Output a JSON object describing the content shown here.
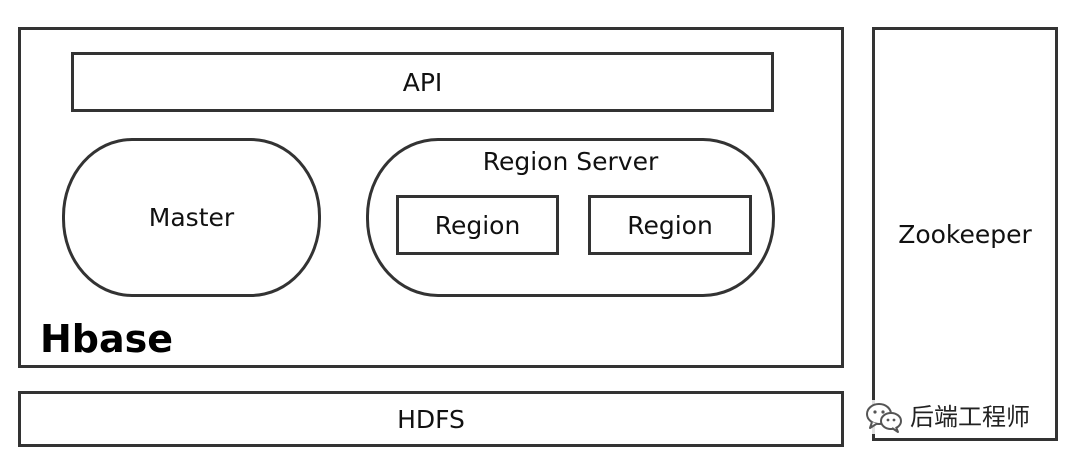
{
  "hbase": {
    "title": "Hbase",
    "api_label": "API",
    "master_label": "Master",
    "region_server": {
      "label": "Region Server",
      "regions": [
        "Region",
        "Region"
      ]
    }
  },
  "zookeeper_label": "Zookeeper",
  "hdfs_label": "HDFS",
  "watermark": {
    "icon": "wechat-icon",
    "text": "后端工程师"
  },
  "colors": {
    "border": "#333333",
    "background": "#ffffff"
  }
}
